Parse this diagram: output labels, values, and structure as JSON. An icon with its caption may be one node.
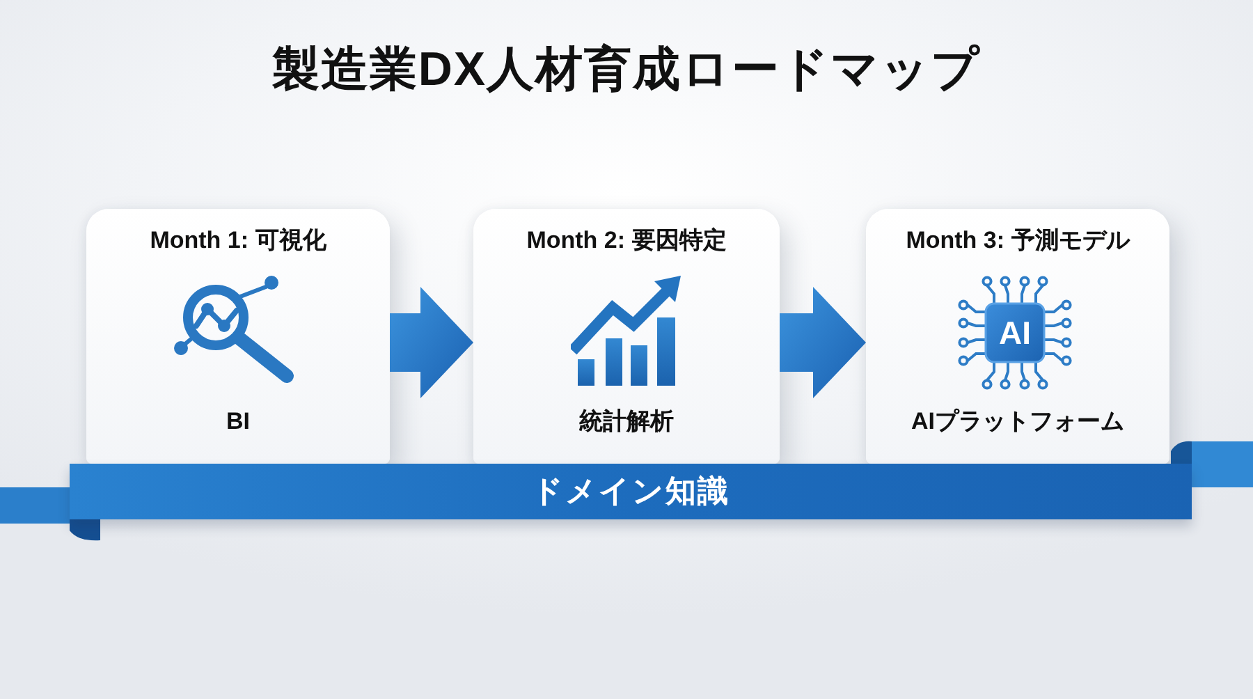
{
  "diagram": {
    "title": "製造業DX人材育成ロードマップ",
    "nodes": [
      {
        "text": [
          "Month 1: 可視化",
          "BI"
        ]
      },
      {
        "text": [
          "Month 2: 要因特定",
          "統計解析"
        ]
      },
      {
        "text": [
          "Month 3: 予測モデル",
          "AI",
          "AIプラットフォーム"
        ]
      },
      {
        "text": [
          "ドメイン知識"
        ]
      }
    ],
    "edges": [
      {
        "from": 0,
        "to": 1,
        "arrow": "to"
      },
      {
        "from": 1,
        "to": 2,
        "arrow": "to"
      }
    ]
  }
}
